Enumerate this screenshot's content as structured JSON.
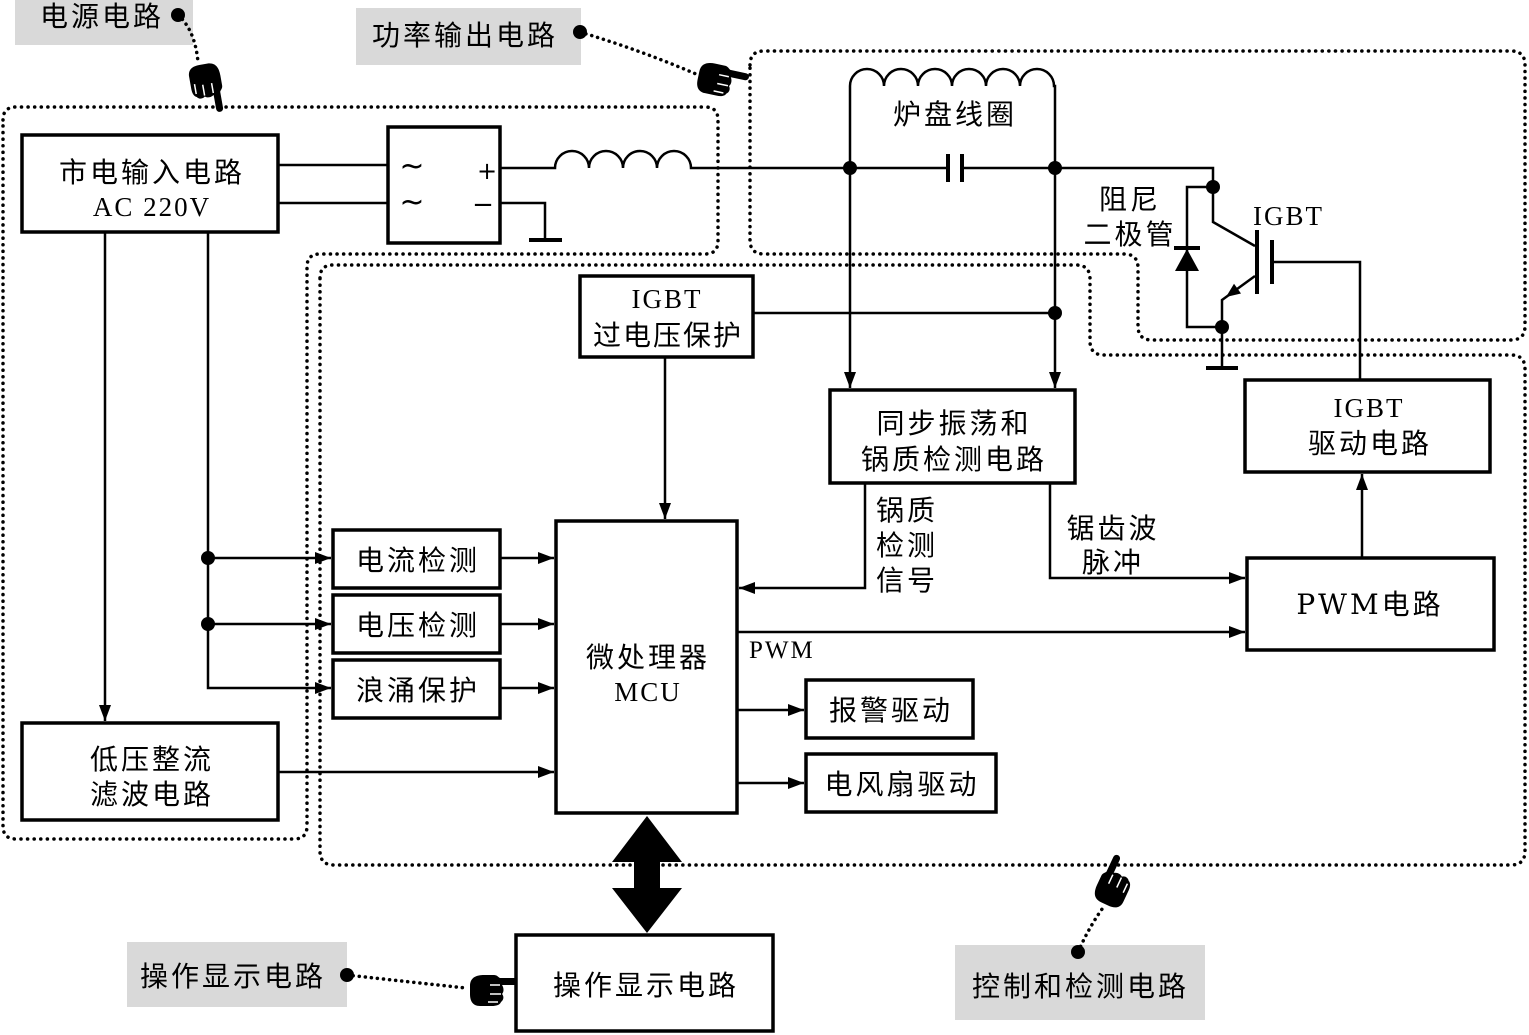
{
  "colors": {
    "line": "#000000",
    "callout_fill": "#d9d9d9"
  },
  "callouts": {
    "power_supply": "电源电路",
    "power_output": "功率输出电路",
    "operation_display": "操作显示电路",
    "control_detection": "控制和检测电路"
  },
  "blocks": {
    "mains_input": {
      "line1": "市电输入电路",
      "line2": "AC 220V"
    },
    "rectifier": {
      "ac1": "~",
      "ac2": "~",
      "plus": "+",
      "minus": "−"
    },
    "igbt_overvoltage": {
      "line1": "IGBT",
      "line2": "过电压保护"
    },
    "sync_osc": {
      "line1": "同步振荡和",
      "line2": "锅质检测电路"
    },
    "igbt_driver": {
      "line1": "IGBT",
      "line2": "驱动电路"
    },
    "pwm_circuit": "PWM电路",
    "current_detect": "电流检测",
    "voltage_detect": "电压检测",
    "surge_protect": "浪涌保护",
    "mcu": {
      "line1": "微处理器",
      "line2": "MCU"
    },
    "alarm_driver": "报警驱动",
    "fan_driver": "电风扇驱动",
    "low_voltage": {
      "line1": "低压整流",
      "line2": "滤波电路"
    },
    "display": "操作显示电路"
  },
  "labels": {
    "coil": "炉盘线圈",
    "damper_diode": [
      "阻尼",
      "二极管"
    ],
    "igbt": "IGBT",
    "pot_signal": [
      "锅质",
      "检测",
      "信号"
    ],
    "sawtooth": [
      "锯齿波",
      "脉冲"
    ],
    "pwm": "PWM"
  }
}
